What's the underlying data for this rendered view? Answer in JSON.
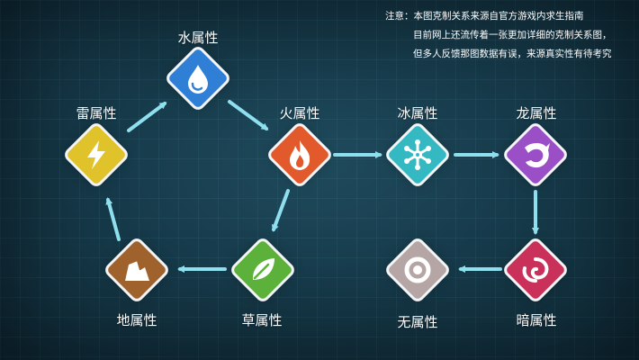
{
  "note": {
    "line1": "注意：本图克制关系来源自官方游戏内求生指南",
    "line2": "目前网上还流传着一张更加详细的克制关系图，",
    "line3": "但多人反馈那图数据有误，来源真实性有待考究"
  },
  "nodes": {
    "water": {
      "label": "水属性",
      "color": "#2f7fd6",
      "icon": "water-drop-icon"
    },
    "fire": {
      "label": "火属性",
      "color": "#e2592c",
      "icon": "flame-icon"
    },
    "ice": {
      "label": "冰属性",
      "color": "#34b9c2",
      "icon": "snowflake-icon"
    },
    "dragon": {
      "label": "龙属性",
      "color": "#9b4fc7",
      "icon": "dragon-head-icon"
    },
    "dark": {
      "label": "暗属性",
      "color": "#c9315a",
      "icon": "swirl-icon"
    },
    "none": {
      "label": "无属性",
      "color": "#b5a5a5",
      "icon": "ring-icon"
    },
    "grass": {
      "label": "草属性",
      "color": "#5bb13a",
      "icon": "leaf-icon"
    },
    "earth": {
      "label": "地属性",
      "color": "#a0622d",
      "icon": "rock-icon"
    },
    "thunder": {
      "label": "雷属性",
      "color": "#e0c22a",
      "icon": "lightning-icon"
    }
  },
  "arrow_color": "#8fe0ef"
}
